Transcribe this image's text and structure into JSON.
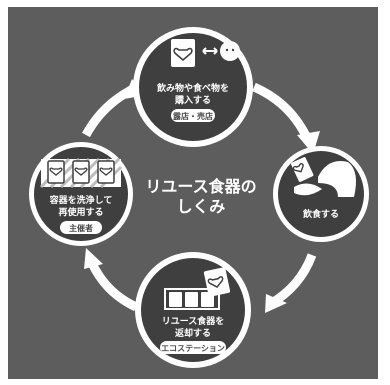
{
  "title": {
    "line1": "リユース食器の",
    "line2": "しくみ"
  },
  "colors": {
    "background": "#5d5d5d",
    "node_circle": "#ffffff",
    "node_inner": "#3f3f3f",
    "arrow": "#ffffff"
  },
  "nodes": {
    "top": {
      "text_line1": "飲み物や食べ物を",
      "text_line2": "購入する",
      "badge": "露店・売店",
      "icon": "cup-and-food-exchange-icon"
    },
    "right": {
      "text_line1": "飲食する",
      "icon": "person-drinking-icon"
    },
    "bottom": {
      "text_line1": "リユース食器を",
      "text_line2": "返却する",
      "badge": "エコステーション",
      "icon": "cups-in-return-box-icon"
    },
    "left": {
      "text_line1": "容器を洗浄して",
      "text_line2": "再使用する",
      "badge": "主催者",
      "icon": "washed-cups-icon"
    }
  }
}
